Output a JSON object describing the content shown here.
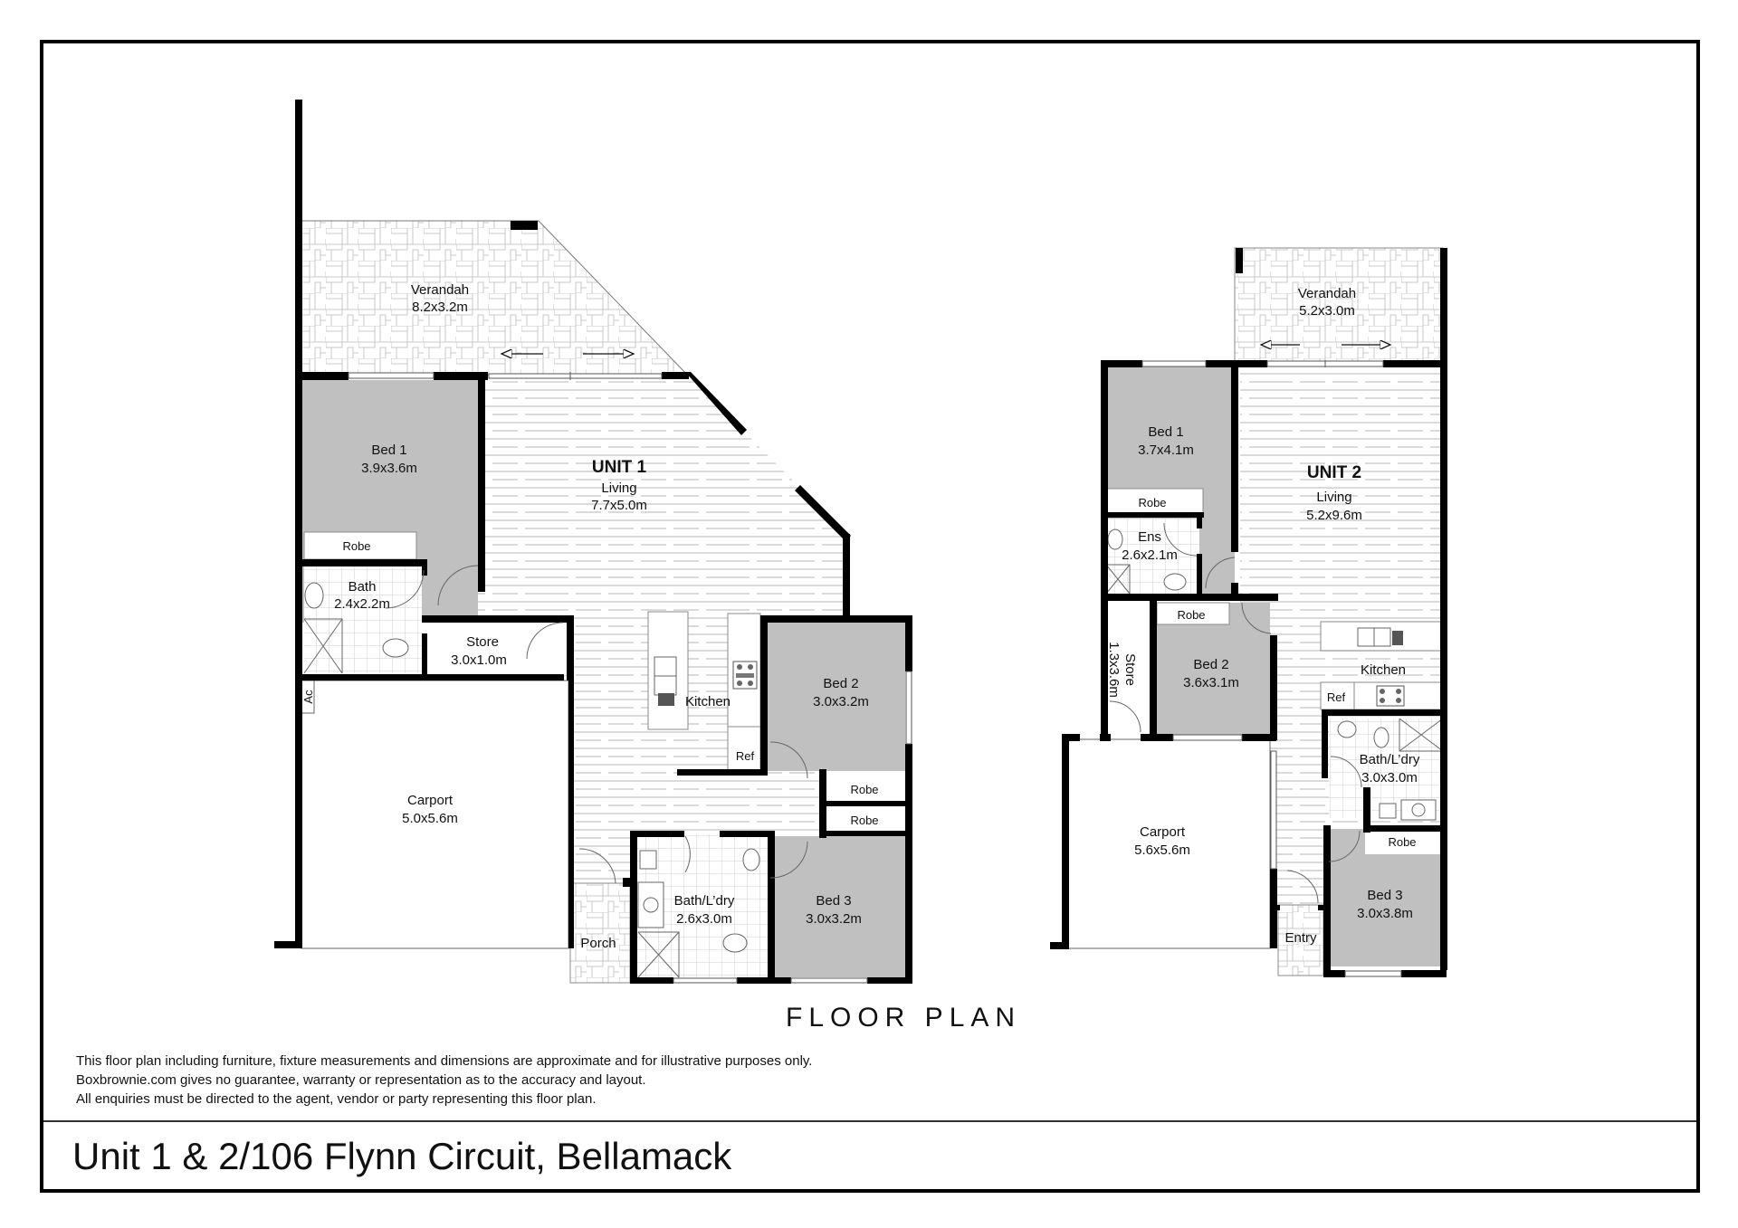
{
  "header": {
    "title": "FLOOR PLAN"
  },
  "disclaimer": [
    "This floor plan including furniture, fixture measurements and dimensions are approximate and for illustrative purposes only.",
    "Boxbrownie.com gives no guarantee, warranty or representation as to the accuracy and layout.",
    "All enquiries must be directed to the agent, vendor or party representing this floor plan."
  ],
  "address": "Unit 1 & 2/106 Flynn Circuit, Bellamack",
  "colors": {
    "bedroom_fill": "#c0c0c0",
    "wall": "#000000",
    "floor_line": "#b0b0b0"
  },
  "unit1": {
    "label": "UNIT 1",
    "rooms": {
      "verandah": {
        "name": "Verandah",
        "size": "8.2x3.2m"
      },
      "bed1": {
        "name": "Bed 1",
        "size": "3.9x3.6m"
      },
      "robe1": {
        "name": "Robe"
      },
      "bath": {
        "name": "Bath",
        "size": "2.4x2.2m"
      },
      "living": {
        "name": "Living",
        "size": "7.7x5.0m"
      },
      "store": {
        "name": "Store",
        "size": "3.0x1.0m"
      },
      "kitchen": {
        "name": "Kitchen"
      },
      "ref": {
        "name": "Ref"
      },
      "bed2": {
        "name": "Bed 2",
        "size": "3.0x3.2m"
      },
      "robe2": {
        "name": "Robe"
      },
      "robe3": {
        "name": "Robe"
      },
      "bed3": {
        "name": "Bed 3",
        "size": "3.0x3.2m"
      },
      "bathldry": {
        "name": "Bath/L’dry",
        "size": "2.6x3.0m"
      },
      "carport": {
        "name": "Carport",
        "size": "5.0x5.6m"
      },
      "ac": {
        "name": "Ac"
      },
      "porch": {
        "name": "Porch"
      }
    }
  },
  "unit2": {
    "label": "UNIT 2",
    "rooms": {
      "verandah": {
        "name": "Verandah",
        "size": "5.2x3.0m"
      },
      "bed1": {
        "name": "Bed 1",
        "size": "3.7x4.1m"
      },
      "robe1": {
        "name": "Robe"
      },
      "ens": {
        "name": "Ens",
        "size": "2.6x2.1m"
      },
      "living": {
        "name": "Living",
        "size": "5.2x9.6m"
      },
      "store": {
        "name": "Store",
        "size": "1.3x3.6m"
      },
      "bed2": {
        "name": "Bed 2",
        "size": "3.6x3.1m"
      },
      "robe2": {
        "name": "Robe"
      },
      "kitchen": {
        "name": "Kitchen"
      },
      "ref": {
        "name": "Ref"
      },
      "bathldry": {
        "name": "Bath/L’dry",
        "size": "3.0x3.0m"
      },
      "robe3": {
        "name": "Robe"
      },
      "bed3": {
        "name": "Bed 3",
        "size": "3.0x3.8m"
      },
      "carport": {
        "name": "Carport",
        "size": "5.6x5.6m"
      },
      "entry": {
        "name": "Entry"
      }
    }
  }
}
